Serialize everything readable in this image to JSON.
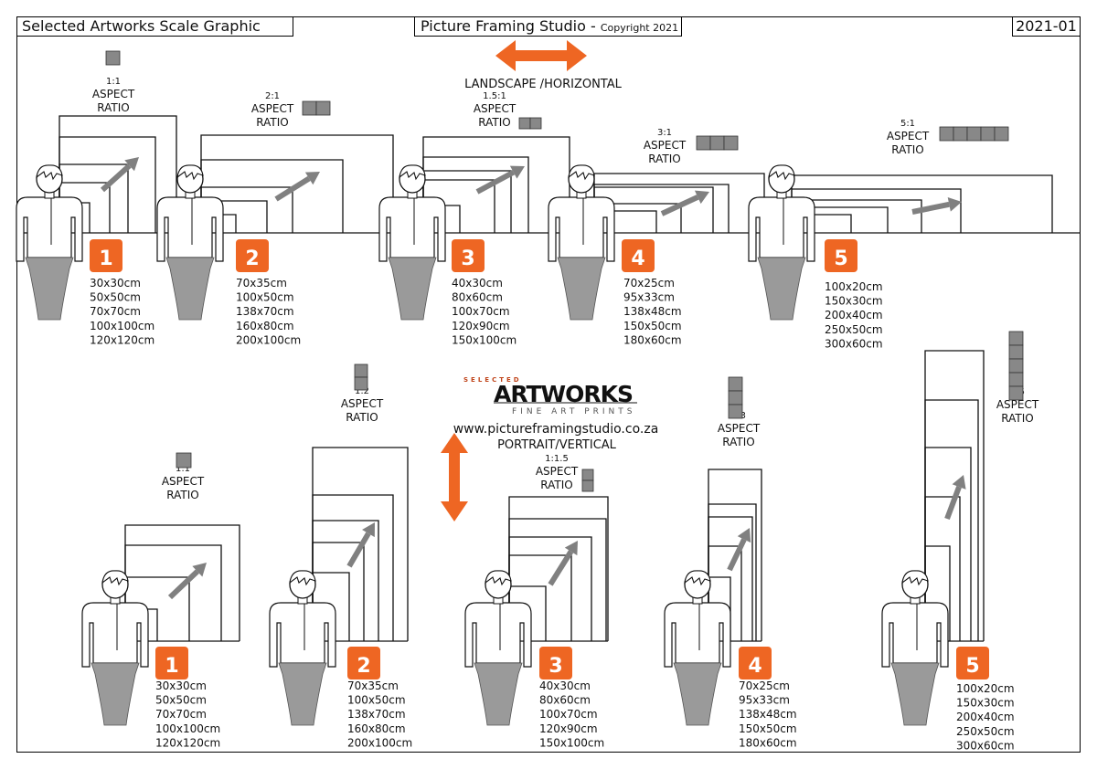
{
  "header": {
    "title": "Selected Artworks Scale Graphic",
    "studio": "Picture Framing Studio -",
    "copyright": "Copyright 2021",
    "code": "2021-01"
  },
  "orientation": {
    "landscape": "LANDSCAPE /HORIZONTAL",
    "portrait": "PORTRAIT/VERTICAL"
  },
  "brand": {
    "selected": "SELECTED",
    "artworks": "ARTWORKS",
    "fine_art": "FINE ART PRINTS",
    "website": "www.pictureframingstudio.co.za"
  },
  "colors": {
    "accent": "#ee6623",
    "figure_gray": "#9a9a9a",
    "arrow_gray": "#808080",
    "swatch_gray": "#888888"
  },
  "landscape_groups": [
    {
      "number": "1",
      "ratio": "1:1",
      "sizes": [
        "30x30cm",
        "50x50cm",
        "70x70cm",
        "100x100cm",
        "120x120cm"
      ]
    },
    {
      "number": "2",
      "ratio": "2:1",
      "sizes": [
        "70x35cm",
        "100x50cm",
        "138x70cm",
        "160x80cm",
        "200x100cm"
      ]
    },
    {
      "number": "3",
      "ratio": "1.5:1",
      "sizes": [
        "40x30cm",
        "80x60cm",
        "100x70cm",
        "120x90cm",
        "150x100cm"
      ]
    },
    {
      "number": "4",
      "ratio": "3:1",
      "sizes": [
        "70x25cm",
        "95x33cm",
        "138x48cm",
        "150x50cm",
        "180x60cm"
      ]
    },
    {
      "number": "5",
      "ratio": "5:1",
      "sizes": [
        "100x20cm",
        "150x30cm",
        "200x40cm",
        "250x50cm",
        "300x60cm"
      ]
    }
  ],
  "portrait_groups": [
    {
      "number": "1",
      "ratio": "1:1",
      "sizes": [
        "30x30cm",
        "50x50cm",
        "70x70cm",
        "100x100cm",
        "120x120cm"
      ]
    },
    {
      "number": "2",
      "ratio": "1:2",
      "sizes": [
        "70x35cm",
        "100x50cm",
        "138x70cm",
        "160x80cm",
        "200x100cm"
      ]
    },
    {
      "number": "3",
      "ratio": "1:1.5",
      "sizes": [
        "40x30cm",
        "80x60cm",
        "100x70cm",
        "120x90cm",
        "150x100cm"
      ]
    },
    {
      "number": "4",
      "ratio": "1:3",
      "sizes": [
        "70x25cm",
        "95x33cm",
        "138x48cm",
        "150x50cm",
        "180x60cm"
      ]
    },
    {
      "number": "5",
      "ratio": "1:5",
      "sizes": [
        "100x20cm",
        "150x30cm",
        "200x40cm",
        "250x50cm",
        "300x60cm"
      ]
    }
  ],
  "aspect_label": [
    "ASPECT",
    "RATIO"
  ]
}
